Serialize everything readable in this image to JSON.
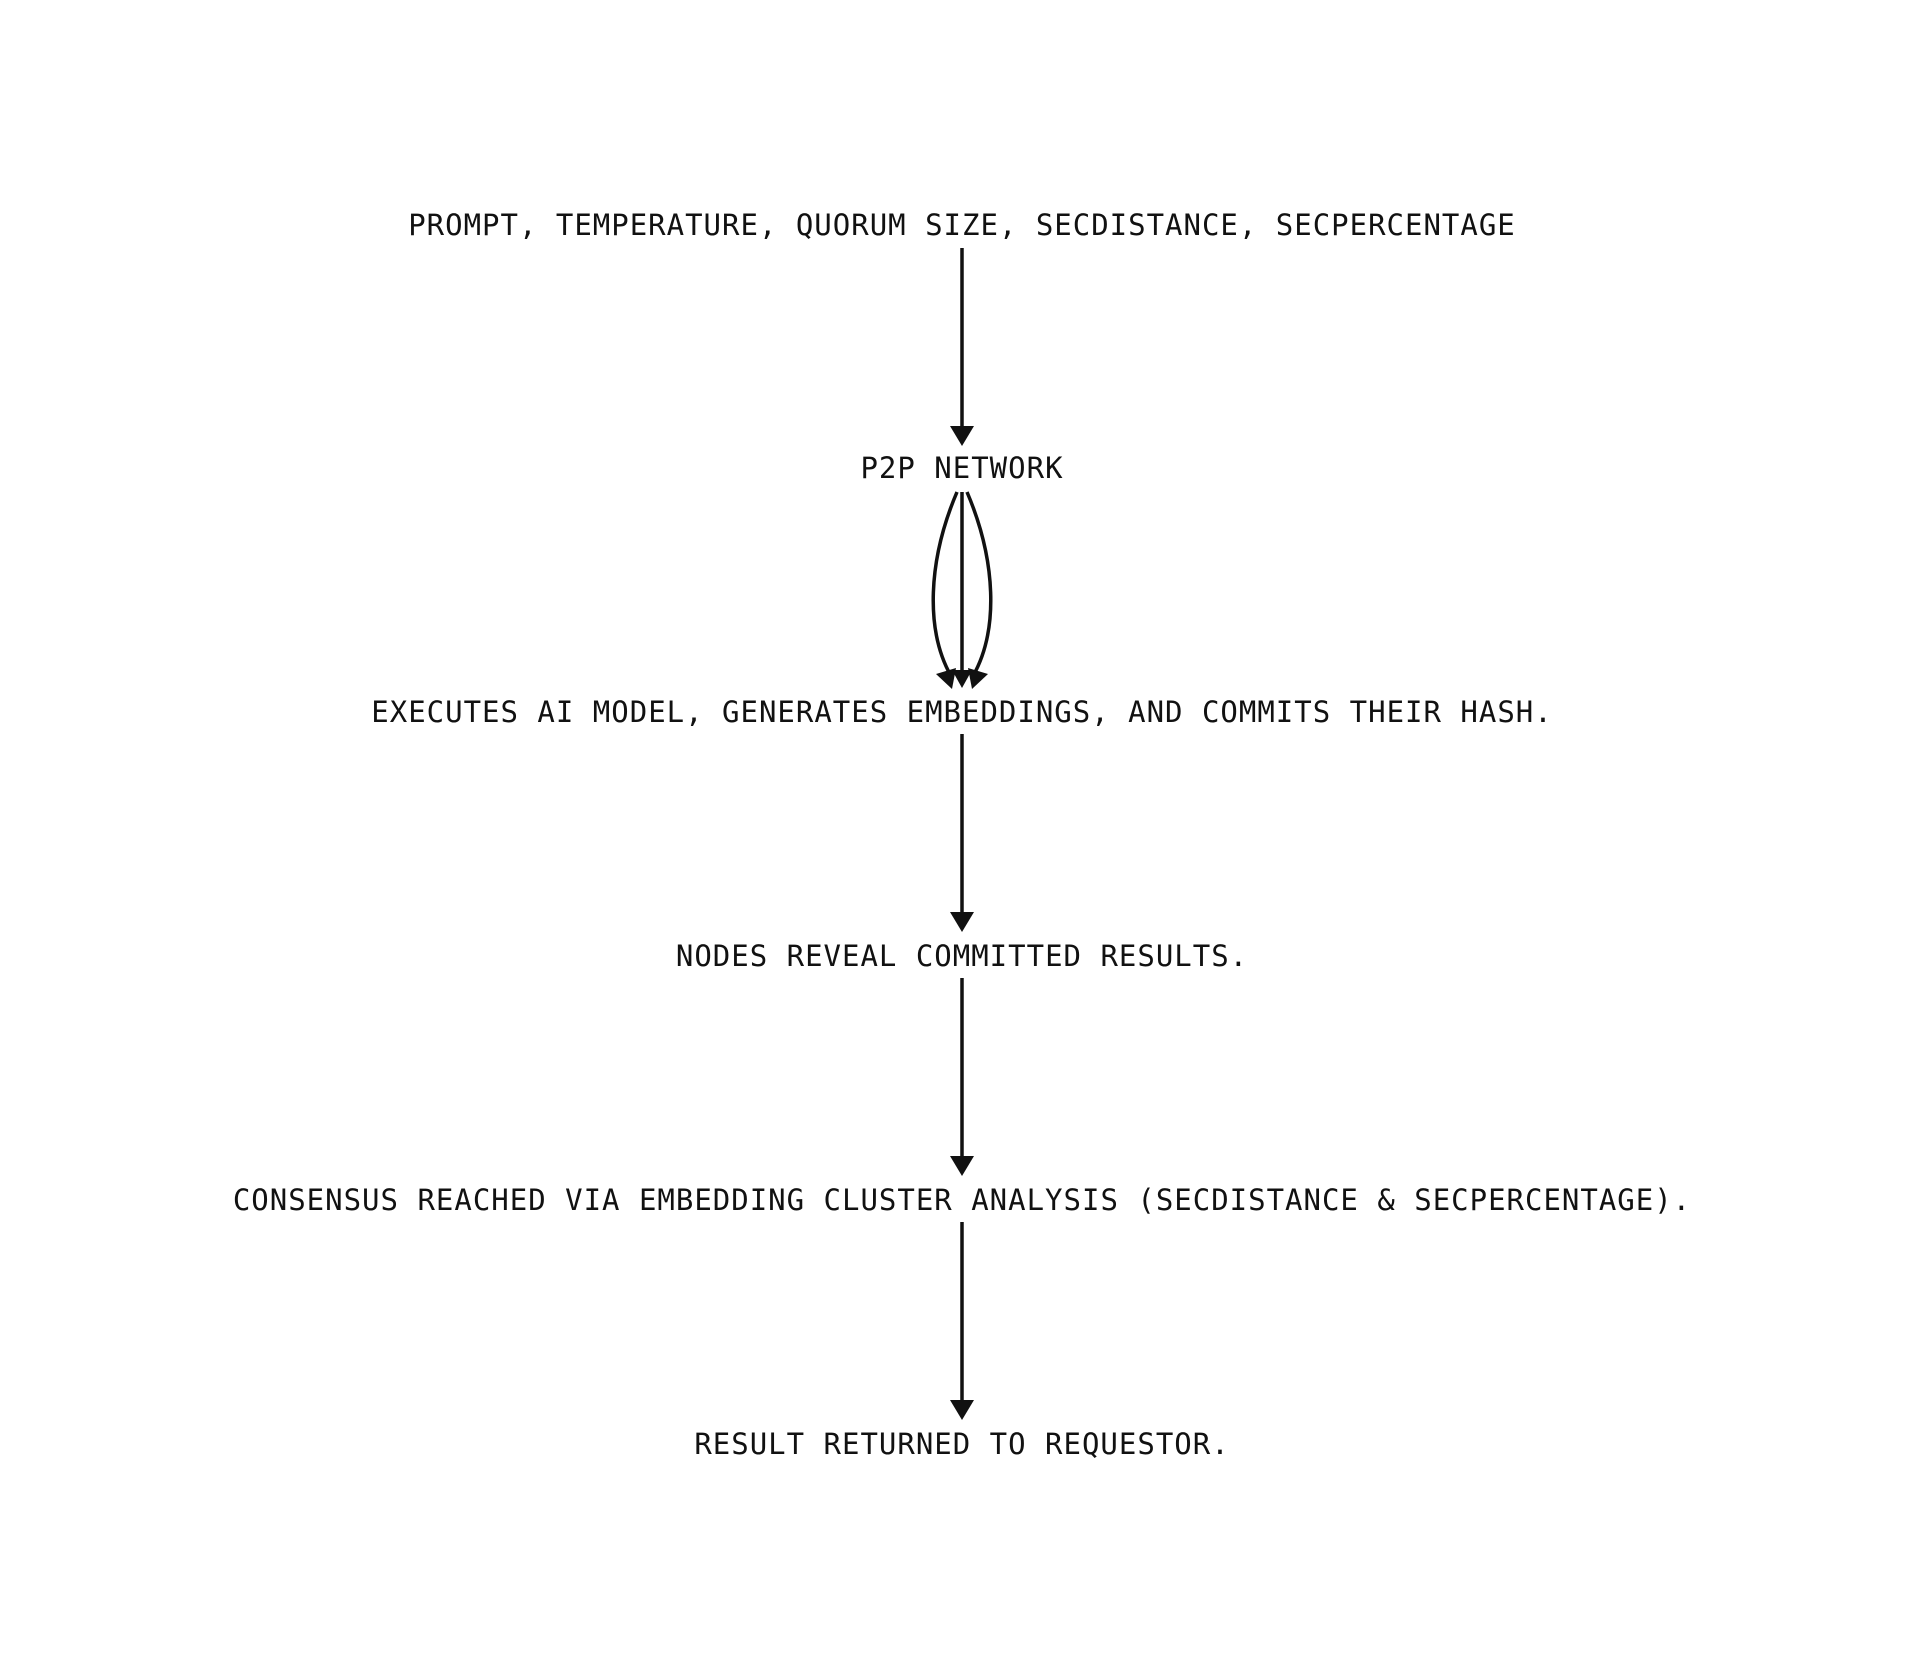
{
  "diagram": {
    "colors": {
      "text": "#111111",
      "edge": "#111111",
      "background": "#ffffff"
    },
    "nodes": [
      {
        "id": "input",
        "label": "PROMPT, TEMPERATURE, QUORUM SIZE, SECDISTANCE, SECPERCENTAGE"
      },
      {
        "id": "network",
        "label": "P2P NETWORK"
      },
      {
        "id": "execute",
        "label": "EXECUTES AI MODEL, GENERATES EMBEDDINGS, AND COMMITS THEIR HASH."
      },
      {
        "id": "reveal",
        "label": "NODES REVEAL COMMITTED RESULTS."
      },
      {
        "id": "consensus",
        "label": "CONSENSUS REACHED VIA EMBEDDING CLUSTER ANALYSIS (SECDISTANCE & SECPERCENTAGE)."
      },
      {
        "id": "result",
        "label": "RESULT RETURNED TO REQUESTOR."
      }
    ],
    "edges": [
      {
        "from": "input",
        "to": "network"
      },
      {
        "from": "network",
        "to": "execute"
      },
      {
        "from": "network",
        "to": "execute"
      },
      {
        "from": "network",
        "to": "execute"
      },
      {
        "from": "execute",
        "to": "reveal"
      },
      {
        "from": "reveal",
        "to": "consensus"
      },
      {
        "from": "consensus",
        "to": "result"
      }
    ]
  }
}
